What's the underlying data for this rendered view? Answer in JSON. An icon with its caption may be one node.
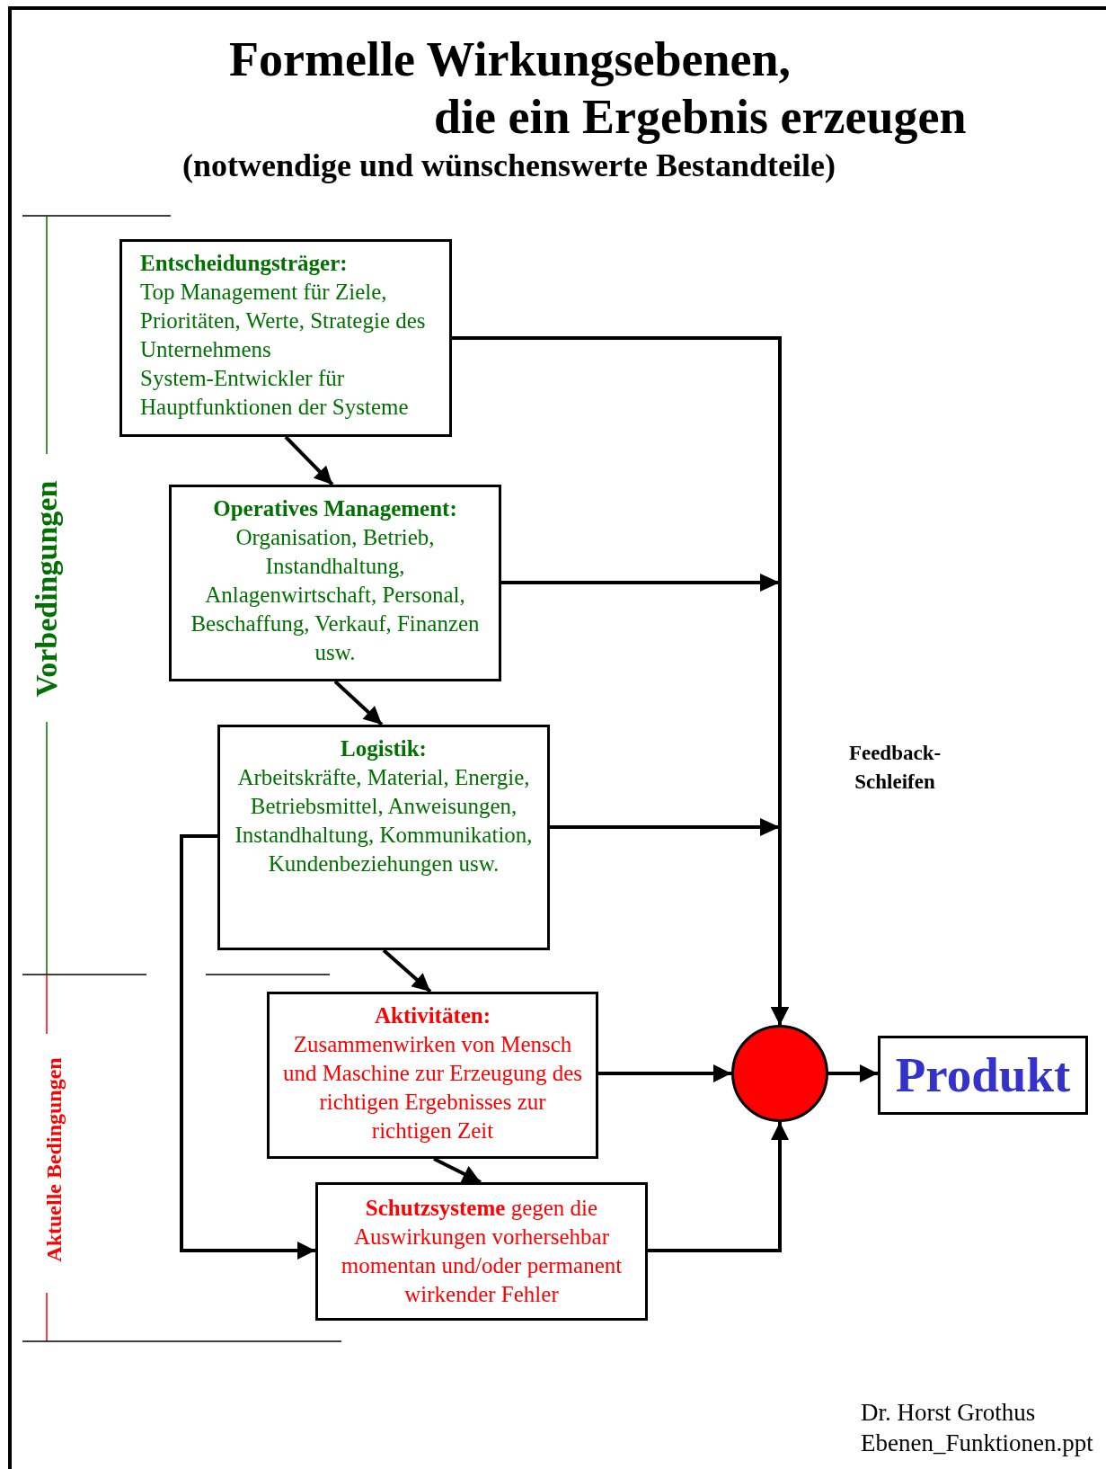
{
  "diagram": {
    "title": "Formelle Wirkungsebenen, die ein Ergebnis erzeugen",
    "caption": "(notwendige und wünschenswerte Bestandteile)",
    "nodes": [
      {
        "text": [
          "Entscheidungsträger:",
          "Top Management für Ziele, Prioritäten, Werte, Strategie des Unternehmens",
          "System-Entwickler für Hauptfunktionen der Systeme"
        ]
      },
      {
        "text": [
          "Operatives Management:",
          "Organisation, Betrieb, Instandhaltung, Anlagenwirtschaft, Personal, Beschaffung, Verkauf, Finanzen usw."
        ]
      },
      {
        "text": [
          "Logistik:",
          "Arbeitskräfte, Material, Energie, Betriebsmittel, Anweisungen, Instandhaltung, Kommunikation, Kundenbeziehungen usw."
        ]
      },
      {
        "text": [
          "Aktivitäten:",
          "Zusammenwirken von Mensch und Maschine zur Erzeugung des richtigen Ergebnisses zur richtigen Zeit"
        ]
      },
      {
        "text": [
          "**Schutzsysteme** gegen die Auswirkungen vorhersehbar momentan und/oder permanent wirkender Fehler"
        ]
      },
      {
        "text": [],
        "shape": "circle"
      },
      {
        "text": [
          "Produkt"
        ]
      }
    ],
    "edges": [
      {
        "from": 0,
        "to": 1,
        "arrow": "to"
      },
      {
        "from": 1,
        "to": 2,
        "arrow": "to"
      },
      {
        "from": 2,
        "to": 3,
        "arrow": "to"
      },
      {
        "from": 3,
        "to": 4,
        "arrow": "to"
      },
      {
        "from": 0,
        "to": 5,
        "arrow": "to"
      },
      {
        "from": 1,
        "to": 5,
        "arrow": "to"
      },
      {
        "from": 2,
        "to": 5,
        "arrow": "to"
      },
      {
        "from": 3,
        "to": 5,
        "arrow": "to"
      },
      {
        "from": 4,
        "to": 5,
        "arrow": "to"
      },
      {
        "from": 5,
        "to": 6,
        "arrow": "to"
      },
      {
        "from": 2,
        "to": 4,
        "arrow": "to"
      }
    ],
    "labels": [
      "Vorbedingungen",
      "Feedback- Schleifen",
      "Aktuelle Bedingungen",
      "Dr. Horst Grothus",
      "Ebenen_Funktionen.ppt"
    ]
  }
}
